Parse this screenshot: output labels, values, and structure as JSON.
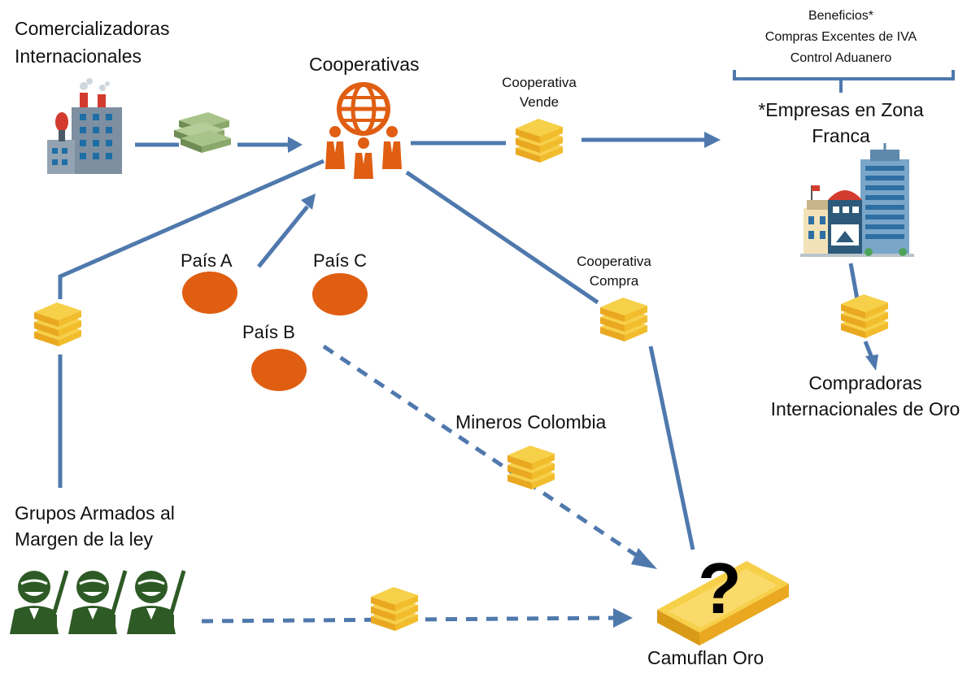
{
  "labels": {
    "comercializadoras_line1": "Comercializadoras",
    "comercializadoras_line2": "Internacionales",
    "cooperativas": "Cooperativas",
    "cooperativa_vende_line1": "Cooperativa",
    "cooperativa_vende_line2": "Vende",
    "beneficios_line1": "Beneficios*",
    "beneficios_line2": "Compras Excentes de IVA",
    "beneficios_line3": "Control Aduanero",
    "zona_franca_line1": "*Empresas en Zona",
    "zona_franca_line2": "Franca",
    "pais_a": "País A",
    "pais_b": "País B",
    "pais_c": "País C",
    "cooperativa_compra_line1": "Cooperativa",
    "cooperativa_compra_line2": "Compra",
    "compradoras_line1": "Compradoras",
    "compradoras_line2": "Internacionales de Oro",
    "mineros": "Mineros Colombia",
    "grupos_line1": "Grupos Armados al",
    "grupos_line2": "Margen de la ley",
    "camuflan": "Camuflan Oro",
    "question_mark": "?"
  },
  "colors": {
    "arrow": "#4f79ad",
    "orange": "#e05e12",
    "gold": "#f4c030",
    "gold_dark": "#d99a18",
    "money": "#8aa86a",
    "army_green": "#2e5a25",
    "building_grey": "#6c8092",
    "building_blue": "#2e6fa3"
  },
  "icons": [
    "factory-icon",
    "money-stack-icon",
    "cooperative-globe-icon",
    "gold-bars-icon",
    "zona-franca-buildings-icon",
    "armed-group-icon",
    "big-gold-bar-icon"
  ]
}
